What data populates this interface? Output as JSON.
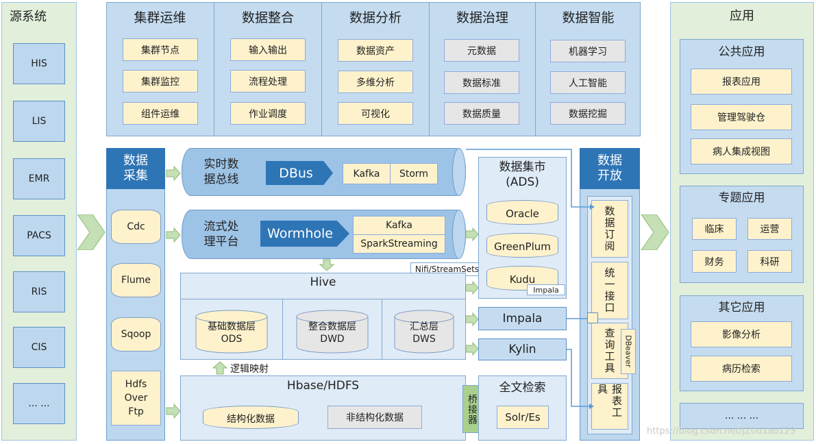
{
  "source": {
    "title": "源系统",
    "items": [
      "HIS",
      "LIS",
      "EMR",
      "PACS",
      "RIS",
      "CIS",
      "... ..."
    ]
  },
  "top": {
    "columns": [
      {
        "title": "集群运维",
        "items": [
          "集群节点",
          "集群监控",
          "组件运维"
        ],
        "style": "yellow"
      },
      {
        "title": "数据整合",
        "items": [
          "输入输出",
          "流程处理",
          "作业调度"
        ],
        "style": "yellow"
      },
      {
        "title": "数据分析",
        "items": [
          "数据资产",
          "多维分析",
          "可视化"
        ],
        "style": "yellow"
      },
      {
        "title": "数据治理",
        "items": [
          "元数据",
          "数据标准",
          "数据质量"
        ],
        "style": "gray"
      },
      {
        "title": "数据智能",
        "items": [
          "机器学习",
          "人工智能",
          "数据挖掘"
        ],
        "style": "gray"
      }
    ]
  },
  "collect": {
    "title": "数据\n采集",
    "items": [
      "Cdc",
      "Flume",
      "Sqoop",
      "Hdfs\nOver\nFtp"
    ]
  },
  "realtime": {
    "title": "实时数\n据总线",
    "arrow": "DBus",
    "tools": [
      "Kafka",
      "Storm"
    ]
  },
  "stream": {
    "title": "流式处\n理平台",
    "arrow": "Wormhole",
    "tools": [
      "Kafka",
      "SparkStreaming"
    ]
  },
  "nifi": "Nifi/StreamSets",
  "hive": {
    "title": "Hive",
    "layers": [
      {
        "name": "基础数据层",
        "code": "ODS"
      },
      {
        "name": "整合数据层",
        "code": "DWD"
      },
      {
        "name": "汇总层",
        "code": "DWS"
      }
    ]
  },
  "mapping": "逻辑映射",
  "hbase": {
    "title": "Hbase/HDFS",
    "structured": "结构化数据",
    "unstructured": "非结构化数据"
  },
  "bridge": "桥接器",
  "ads": {
    "title": "数据集市\n(ADS)",
    "items": [
      "Oracle",
      "GreenPlum",
      "Kudu"
    ],
    "impala_tag": "Impala"
  },
  "impala": "Impala",
  "kylin": "Kylin",
  "fulltext": {
    "title": "全文检索",
    "item": "Solr/Es"
  },
  "open": {
    "title": "数据\n开放",
    "items": [
      "数据订阅",
      "统一接口",
      "查询工具",
      "报表工具"
    ],
    "dbeaver": "DBeaver"
  },
  "apps": {
    "title": "应用",
    "public": {
      "title": "公共应用",
      "items": [
        "报表应用",
        "管理驾驶仓",
        "病人集成视图"
      ]
    },
    "topic": {
      "title": "专题应用",
      "items": [
        "临床",
        "运营",
        "财务",
        "科研"
      ]
    },
    "other": {
      "title": "其它应用",
      "items": [
        "影像分析",
        "病历检索"
      ]
    },
    "more": "... ... ..."
  },
  "watermark": "https://blog.csdn.net/JZ0u1ao123",
  "colors": {
    "dark_blue": "#2e75b6",
    "light_blue": "#bdd7ee",
    "yellow": "#fdf2cc",
    "green": "#e2efda",
    "gray": "#e7e6e6"
  }
}
